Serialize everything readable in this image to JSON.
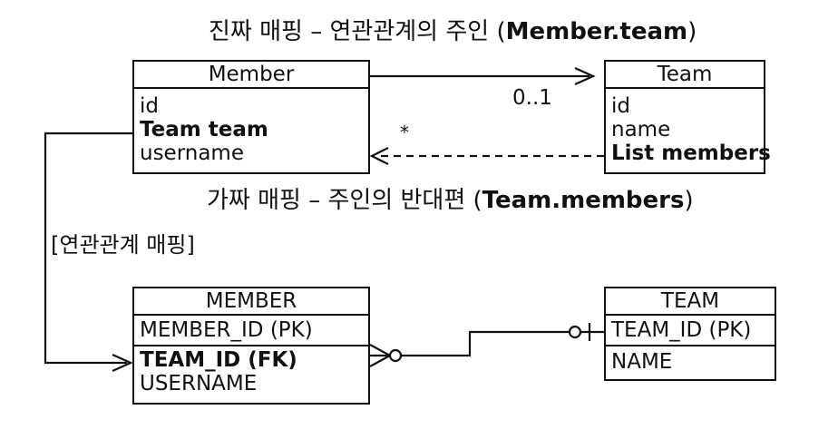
{
  "top_caption": {
    "prefix": "진짜 매핑 – 연관관계의 주인 (",
    "bold": "Member.team",
    "suffix": ")"
  },
  "middle_caption": {
    "prefix": "가짜 매핑 – 주인의 반대편 (",
    "bold": "Team.members",
    "suffix": ")"
  },
  "side_caption": "[연관관계 매핑]",
  "member_class": {
    "title": "Member",
    "rows": [
      {
        "text": "id",
        "bold": false
      },
      {
        "text": "Team team",
        "bold": true
      },
      {
        "text": "username",
        "bold": false
      }
    ]
  },
  "team_class": {
    "title": "Team",
    "rows": [
      {
        "text": "id",
        "bold": false
      },
      {
        "text": "name",
        "bold": false
      },
      {
        "text": "List members",
        "bold": true
      }
    ]
  },
  "member_table": {
    "title": "MEMBER",
    "pk": "MEMBER_ID (PK)",
    "fk": "TEAM_ID (FK)",
    "columns": [
      "USERNAME"
    ]
  },
  "team_table": {
    "title": "TEAM",
    "pk": "TEAM_ID (PK)",
    "columns": [
      "NAME"
    ]
  },
  "multiplicity": {
    "member_to_team": "0..1",
    "team_to_member": "*"
  },
  "colors": {
    "line": "#111111",
    "background": "#ffffff"
  }
}
